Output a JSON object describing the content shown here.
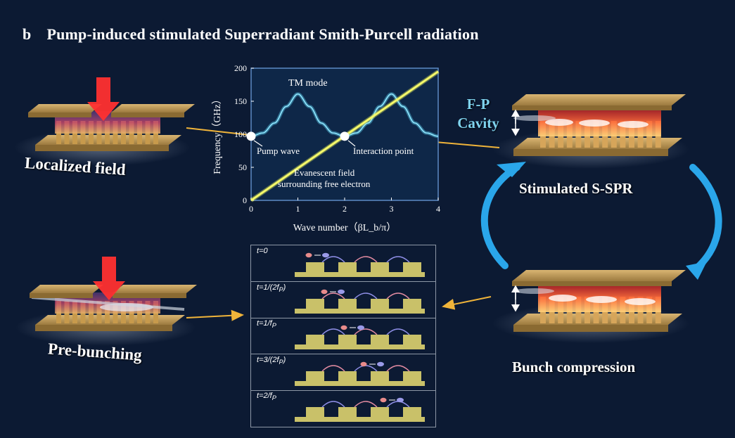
{
  "figure": {
    "panel_letter": "b",
    "title": "Pump-induced stimulated Superradiant Smith-Purcell radiation",
    "labels": {
      "localized_field": "Localized field",
      "pre_bunching": "Pre-bunching",
      "fp_line1": "F-P",
      "fp_line2": "Cavity",
      "stimulated": "Stimulated S-SPR",
      "bunch_compression": "Bunch compression"
    },
    "graph": {
      "mode_label": "TM mode",
      "pump_label": "Pump wave",
      "interaction_label": "Interaction point",
      "evanescent_line1": "Evanescent field",
      "evanescent_line2": "surrounding free electron"
    },
    "time_rows": [
      "t=0",
      "t=1/(2fp)",
      "t=1/fp",
      "t=3/(2fp)",
      "t=2/fp"
    ]
  },
  "chart_data": {
    "type": "line",
    "xlabel": "Wave number（βL_b/π）",
    "ylabel": "Frequency（GHz）",
    "xlim": [
      0,
      4
    ],
    "ylim": [
      0,
      200
    ],
    "xticks": [
      "0",
      "1",
      "2",
      "3",
      "4"
    ],
    "yticks": [
      "0",
      "50",
      "100",
      "150",
      "200"
    ],
    "series": [
      {
        "name": "TM mode",
        "x": [
          0,
          0.25,
          0.5,
          0.75,
          1,
          1.25,
          1.5,
          1.75,
          2,
          2.25,
          2.5,
          2.75,
          3,
          3.25,
          3.5,
          3.75,
          4
        ],
        "y": [
          97,
          102,
          117,
          142,
          161,
          142,
          117,
          102,
          97,
          102,
          117,
          142,
          161,
          142,
          117,
          102,
          97
        ]
      },
      {
        "name": "Evanescent field surrounding free electron",
        "x": [
          0,
          4
        ],
        "y": [
          0,
          195
        ]
      }
    ],
    "points": [
      {
        "name": "Pump wave",
        "x": 0,
        "y": 97
      },
      {
        "name": "Interaction point",
        "x": 2,
        "y": 97
      }
    ]
  }
}
